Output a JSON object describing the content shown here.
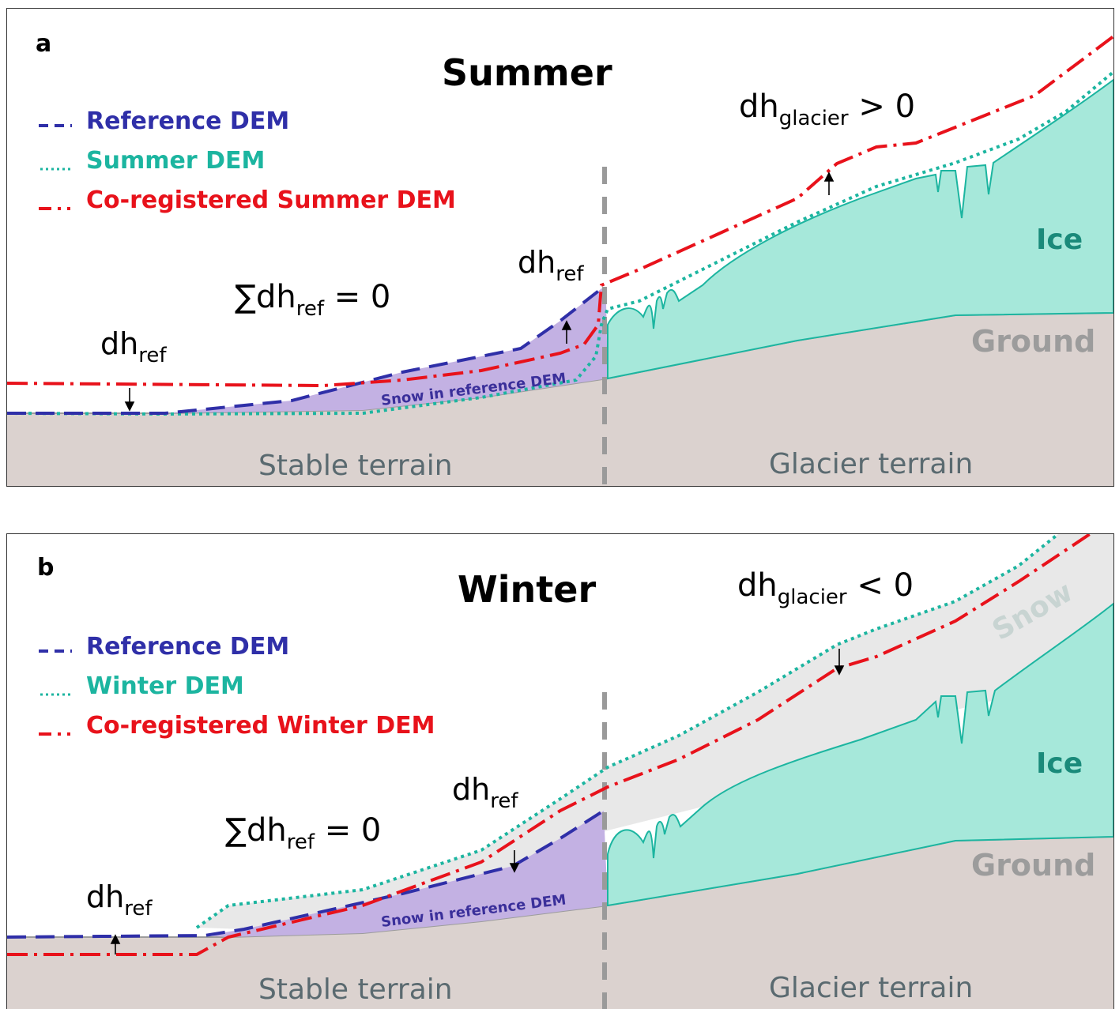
{
  "colors": {
    "reference": "#2f2fa8",
    "summer": "#1cb5a0",
    "coreg": "#e8121b",
    "ground_fill": "#dbd2cf",
    "ground_label": "#9c9c9c",
    "ice_fill": "#a6e8da",
    "ice_label": "#1a8a7a",
    "snow_ref_fill": "#c3b1e3",
    "snow_fill": "#e8e8e8",
    "terrain_text": "#5a6a70",
    "divider": "#9a9a9a"
  },
  "panels": [
    {
      "letter": "a",
      "season": "Summer",
      "legend": [
        "Reference DEM",
        "Summer DEM",
        "Co-registered Summer DEM"
      ],
      "sum_label": {
        "main": "∑dh",
        "sub": "ref",
        "tail": " = 0"
      },
      "dh_ref": {
        "main": "dh",
        "sub": "ref"
      },
      "dh_glacier": {
        "main": "dh",
        "sub": "glacier",
        "tail": " > 0"
      },
      "snow_ref_label": "Snow in reference DEM",
      "ice_label": "Ice",
      "ground_label": "Ground",
      "stable_label": "Stable terrain",
      "glacier_label": "Glacier terrain"
    },
    {
      "letter": "b",
      "season": "Winter",
      "legend": [
        "Reference DEM",
        "Winter DEM",
        "Co-registered Winter DEM"
      ],
      "sum_label": {
        "main": "∑dh",
        "sub": "ref",
        "tail": " = 0"
      },
      "dh_ref": {
        "main": "dh",
        "sub": "ref"
      },
      "dh_glacier": {
        "main": "dh",
        "sub": "glacier",
        "tail": " < 0"
      },
      "snow_ref_label": "Snow in reference DEM",
      "snow_label": "Snow",
      "ice_label": "Ice",
      "ground_label": "Ground",
      "stable_label": "Stable terrain",
      "glacier_label": "Glacier terrain"
    }
  ]
}
